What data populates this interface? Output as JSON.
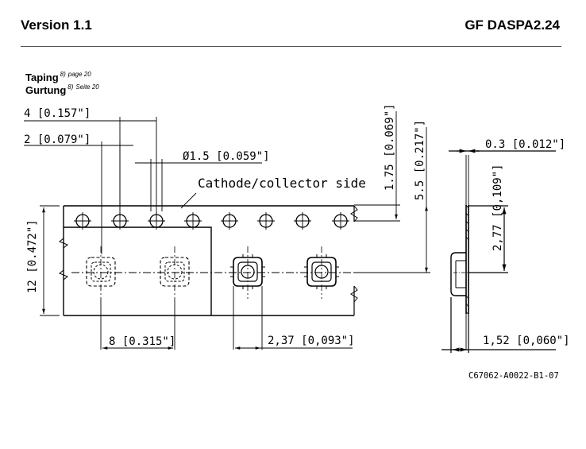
{
  "header": {
    "version": "Version 1.1",
    "part_number": "GF DASPA2.24"
  },
  "section": {
    "title_en": "Taping",
    "ref_marker_en": "8)",
    "ref_page_en": "page 20",
    "title_de": "Gurtung",
    "ref_marker_de": "8)",
    "ref_page_de": "Seite 20"
  },
  "drawing": {
    "dim_sprocket_pitch": "4 [0.157\"]",
    "dim_hole_offset": "2 [0.079\"]",
    "dim_hole_diameter": "Ø1.5 [0.059\"]",
    "cathode_label": "Cathode/collector side",
    "dim_hole_edge": "1.75 [0.069\"]",
    "dim_pocket_center": "5.5 [0.217\"]",
    "dim_tape_width": "12 [0.472\"]",
    "dim_pocket_pitch": "8 [0.315\"]",
    "dim_pocket_size": "2,37 [0,093\"]",
    "dim_tape_thickness": "0.3 [0.012\"]",
    "dim_pocket_depth": "2,77 [0,109\"]",
    "dim_total_thickness": "1,52 [0,060\"]",
    "drawing_id": "C67062-A0022-B1-07"
  }
}
